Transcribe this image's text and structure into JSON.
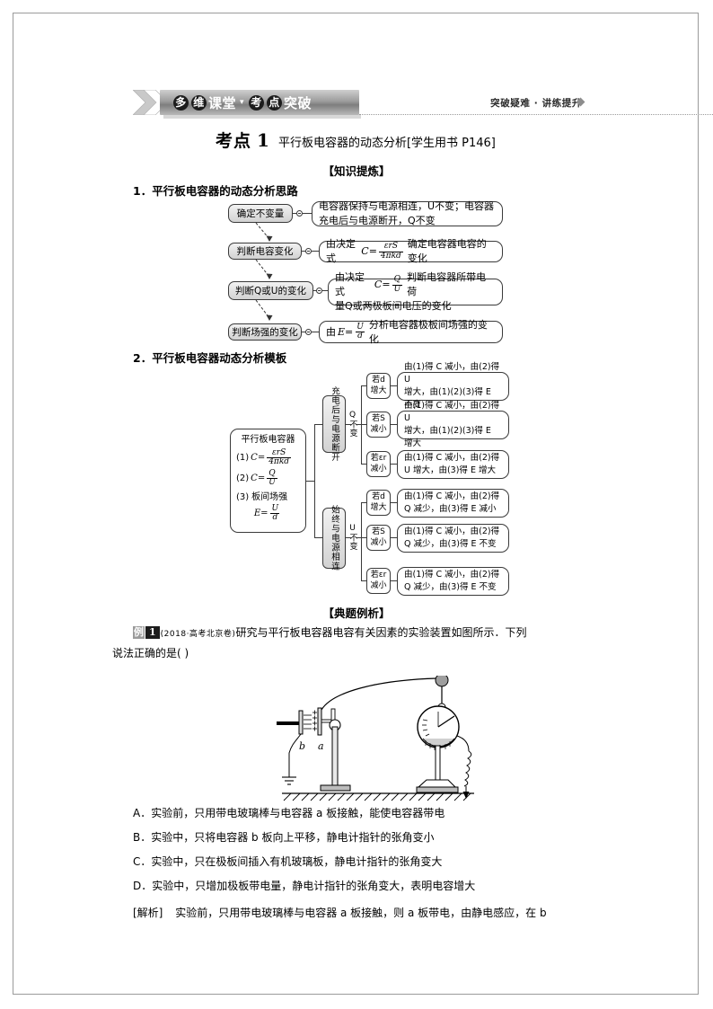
{
  "header": {
    "banner_part1": "多",
    "banner_part2": "维",
    "banner_part3": "课堂",
    "banner_sep": "▾",
    "banner_part4": "考",
    "banner_part5": "点",
    "banner_part6": "突破",
    "right_note": "突破疑难 · 讲练提升"
  },
  "section": {
    "kaodian_label": "考点",
    "kaodian_num": "1",
    "kaodian_title": "平行板电容器的动态分析[学生用书 P146]",
    "knowledge_head": "【知识提炼】",
    "sub1": "1．平行板电容器的动态分析思路",
    "sub2": "2．平行板电容器动态分析模板",
    "example_head": "【典题例析】"
  },
  "flow1": {
    "rows": [
      {
        "label": "确定不变量",
        "text_line1": "电容器保持与电源相连，U不变；电容器",
        "text_line2": "充电后与电源断开，Q不变"
      },
      {
        "label": "判断电容变化",
        "text_prefix": "由决定式",
        "formula_lhs": "C=",
        "frac_num": "εrS",
        "frac_den": "4πkd",
        "text_suffix": "确定电容器电容的变化"
      },
      {
        "label": "判断Q或U的变化",
        "text_prefix": "由决定式",
        "formula_lhs": "C=",
        "frac_num": "Q",
        "frac_den": "U",
        "text_line1_suffix": "判断电容器所带电荷",
        "text_line2": "量Q或两极板间电压的变化"
      },
      {
        "label": "判断场强的变化",
        "text_prefix": "由",
        "formula_lhs": "E=",
        "frac_num": "U",
        "frac_den": "d",
        "text_suffix": "分析电容器极板间场强的变化"
      }
    ]
  },
  "flow2": {
    "root": {
      "title": "平行板电容器",
      "item1_lead": "(1)",
      "item1_lhs": "C=",
      "item1_num": "εrS",
      "item1_den": "4πkd",
      "item2_lead": "(2)",
      "item2_lhs": "C=",
      "item2_num": "Q",
      "item2_den": "U",
      "item3_lead": "(3)",
      "item3_text": "板间场强",
      "item3_lhs": "E=",
      "item3_num": "U",
      "item3_den": "d"
    },
    "branches": [
      {
        "mode": "充电后与电源断开",
        "invariant": "Q不变",
        "cases": [
          {
            "cond_a": "若d",
            "cond_b": "增大",
            "result_line1": "由(1)得 C 减小，由(2)得 U",
            "result_line2": "增大，由(1)(2)(3)得 E 不变"
          },
          {
            "cond_a": "若S",
            "cond_b": "减小",
            "result_line1": "由(1)得 C 减小，由(2)得 U",
            "result_line2": "增大，由(1)(2)(3)得 E 增大"
          },
          {
            "cond_a": "若εr",
            "cond_b": "减小",
            "result_line1": "由(1)得 C 减小，由(2)得",
            "result_line2": "U 增大，由(3)得 E 增大"
          }
        ]
      },
      {
        "mode": "始终与电源相连",
        "invariant": "U不变",
        "cases": [
          {
            "cond_a": "若d",
            "cond_b": "增大",
            "result_line1": "由(1)得 C 减小，由(2)得",
            "result_line2": "Q 减少，由(3)得 E 减小"
          },
          {
            "cond_a": "若S",
            "cond_b": "减小",
            "result_line1": "由(1)得 C 减小，由(2)得",
            "result_line2": "Q 减少，由(3)得 E 不变"
          },
          {
            "cond_a": "若εr",
            "cond_b": "减小",
            "result_line1": "由(1)得 C 减小，由(2)得",
            "result_line2": "Q 减少，由(3)得 E 不变"
          }
        ]
      }
    ]
  },
  "example": {
    "badge_char": "例",
    "badge_num": "1",
    "source": "(2018·高考北京卷)",
    "stem_line1": "研究与平行板电容器电容有关因素的实验装置如图所示．下列",
    "stem_line2": "说法正确的是(        )",
    "figure": {
      "plate_b_label": "b",
      "plate_a_label": "a"
    },
    "options": [
      "A．实验前，只用带电玻璃棒与电容器 a 板接触，能使电容器带电",
      "B．实验中，只将电容器 b 板向上平移，静电计指针的张角变小",
      "C．实验中，只在极板间插入有机玻璃板，静电计指针的张角变大",
      "D．实验中，只增加极板带电量，静电计指针的张角变大，表明电容增大"
    ],
    "analysis_label": "[解析]",
    "analysis_text": "实验前，只用带电玻璃棒与电容器 a 板接触，则 a 板带电，由静电感应，在 b"
  },
  "colors": {
    "banner_gray_dark": "#7e7e7e",
    "banner_gray_light": "#cfcfcf",
    "box_fill": "#d2d2d2",
    "line": "#3a3a3a",
    "badge_black": "#1c1c1c"
  }
}
